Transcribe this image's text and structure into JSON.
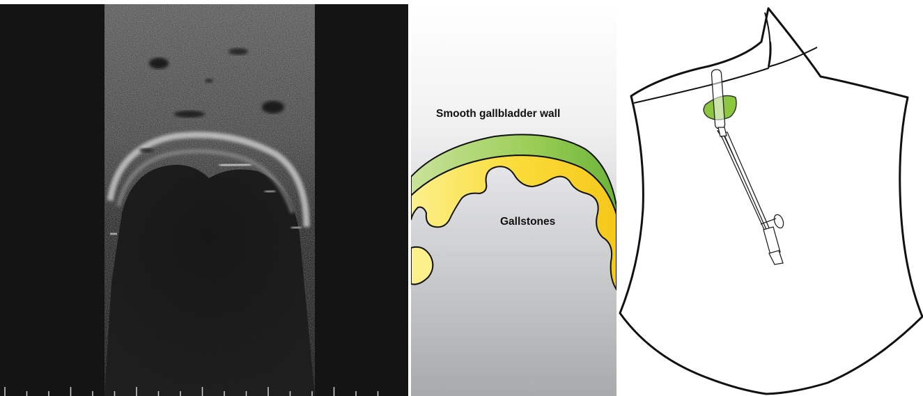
{
  "ultrasound": {
    "background": "#141414",
    "scale_ticks": 18
  },
  "diagram": {
    "wall_label": "Smooth gallbladder wall",
    "stones_label": "Gallstones",
    "colors": {
      "wall": "#8cc63f",
      "stones": "#f5d02a",
      "background_top": "#ffffff",
      "background_bottom": "#a9abae"
    }
  },
  "body_outline": {
    "gallbladder_color": "#8cc63f",
    "outline_color": "#111111"
  }
}
